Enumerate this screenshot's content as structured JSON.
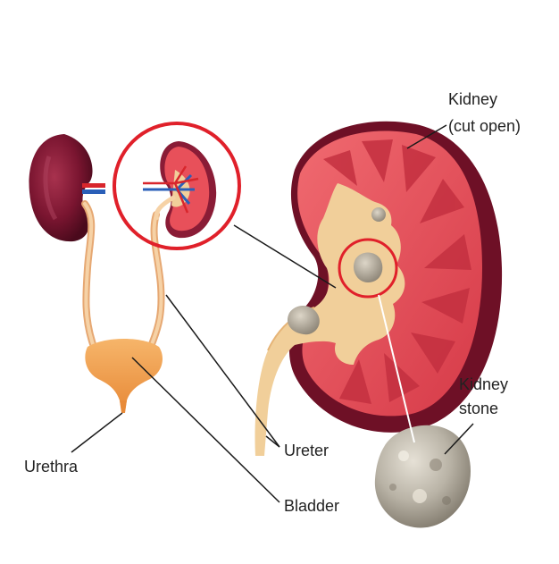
{
  "labels": {
    "kidney_cut_open_line1": "Kidney",
    "kidney_cut_open_line2": "(cut open)",
    "kidney_stone_line1": "Kidney",
    "kidney_stone_line2": "stone",
    "ureter": "Ureter",
    "urethra": "Urethra",
    "bladder": "Bladder"
  },
  "colors": {
    "kidney_outer": "#7a1530",
    "kidney_outer_dark": "#4a0a1c",
    "kidney_cortex": "#e8505a",
    "kidney_pyramid": "#c8323f",
    "renal_pelvis": "#f1cf9a",
    "ureter_tube": "#f3c89a",
    "bladder": "#f0a050",
    "highlight_circle": "#e0202a",
    "artery": "#d8262c",
    "vein": "#2a5fb8",
    "stone": "#b9b3a6",
    "leader_line": "#1a1a1a"
  }
}
